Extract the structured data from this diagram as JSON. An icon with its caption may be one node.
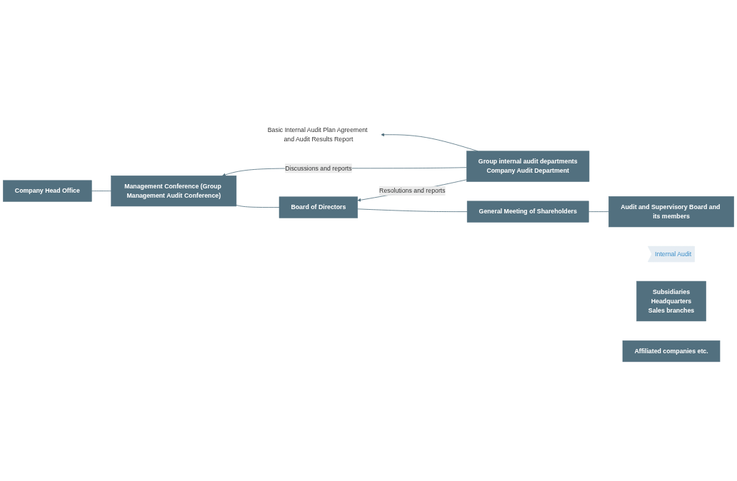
{
  "diagram": {
    "nodes": [
      {
        "text": [
          "General Meeting of Shareholders"
        ]
      },
      {
        "text": [
          "Audit and Supervisory Board and its members"
        ]
      },
      {
        "text": [
          "Basic Internal Audit Plan Agreement and Audit Results Report"
        ]
      },
      {
        "text": [
          "Board of Directors"
        ]
      },
      {
        "text": [
          "Management Conference (Group Management Audit Conference)"
        ]
      },
      {
        "text": [
          "Group internal audit departments",
          "Company Audit Department"
        ]
      },
      {
        "text": [
          "Internal Audit"
        ]
      },
      {
        "text": [
          "Company Head Office"
        ]
      },
      {
        "text": [
          "Subsidiaries",
          "Headquarters",
          "Sales branches"
        ]
      },
      {
        "text": [
          "Affiliated companies etc."
        ]
      }
    ],
    "edges": [
      {
        "from": 0,
        "to": 3,
        "arrow": "none"
      },
      {
        "from": 1,
        "to": 0,
        "arrow": "none"
      },
      {
        "from": 3,
        "to": 4,
        "arrow": "none"
      },
      {
        "from": 4,
        "to": 7,
        "arrow": "none"
      },
      {
        "from": 5,
        "to": 2,
        "arrow": "to"
      },
      {
        "from": 5,
        "to": 3,
        "arrow": "to",
        "label": "Resolutions and reports"
      },
      {
        "from": 5,
        "to": 4,
        "arrow": "to",
        "label": "Discussions and reports"
      }
    ]
  }
}
